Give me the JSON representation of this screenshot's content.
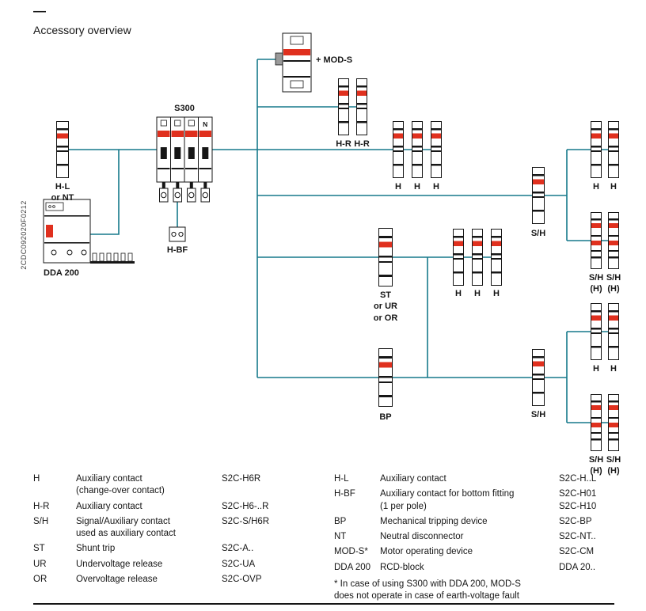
{
  "colors": {
    "line": "#17798b",
    "accent_red": "#e0301e",
    "ink": "#161616"
  },
  "header": {
    "dash": "—",
    "title": "Accessory overview"
  },
  "side_code": "2CDC092020F0212",
  "diagram": {
    "labels": {
      "mod_s": "+ MOD-S",
      "s300": "S300",
      "s300_n": "N",
      "hl": "H-L\nor NT",
      "hbf": "H-BF",
      "dda200": "DDA 200",
      "hr1": "H-R",
      "hr2": "H-R",
      "h_top_1": "H",
      "h_top_2": "H",
      "h_top_3": "H",
      "sh_top": "S/H",
      "h_rt_1": "H",
      "h_rt_2": "H",
      "shh_rt_1": "S/H\n(H)",
      "shh_rt_2": "S/H\n(H)",
      "st": "ST\nor UR\nor OR",
      "h_mid_1": "H",
      "h_mid_2": "H",
      "h_mid_3": "H",
      "bp": "BP",
      "sh_bottom": "S/H",
      "h_rb_1": "H",
      "h_rb_2": "H",
      "shh_rb_1": "S/H\n(H)",
      "shh_rb_2": "S/H\n(H)"
    }
  },
  "legend": {
    "left": [
      {
        "key": "H",
        "desc": "Auxiliary contact\n(change-over contact)",
        "code": "S2C-H6R"
      },
      {
        "key": "H-R",
        "desc": "Auxiliary contact",
        "code": "S2C-H6-..R"
      },
      {
        "key": "S/H",
        "desc": "Signal/Auxiliary contact\nused as auxiliary contact",
        "code": "S2C-S/H6R"
      },
      {
        "key": "ST",
        "desc": "Shunt trip",
        "code": "S2C-A.."
      },
      {
        "key": "UR",
        "desc": "Undervoltage release",
        "code": "S2C-UA"
      },
      {
        "key": "OR",
        "desc": "Overvoltage release",
        "code": "S2C-OVP"
      }
    ],
    "right": [
      {
        "key": "H-L",
        "desc": "Auxiliary contact",
        "code": "S2C-H..L"
      },
      {
        "key": "H-BF",
        "desc": "Auxiliary contact for bottom fitting\n(1 per pole)",
        "code": "S2C-H01\nS2C-H10"
      },
      {
        "key": "BP",
        "desc": "Mechanical tripping device",
        "code": "S2C-BP"
      },
      {
        "key": "NT",
        "desc": "Neutral disconnector",
        "code": "S2C-NT.."
      },
      {
        "key": "MOD-S*",
        "desc": "Motor operating device",
        "code": "S2C-CM"
      },
      {
        "key": "DDA 200",
        "desc": "RCD-block",
        "code": "DDA 20.."
      }
    ],
    "footnote": "* In case of using S300 with DDA 200, MOD-S\ndoes not operate in case of earth-voltage fault"
  }
}
